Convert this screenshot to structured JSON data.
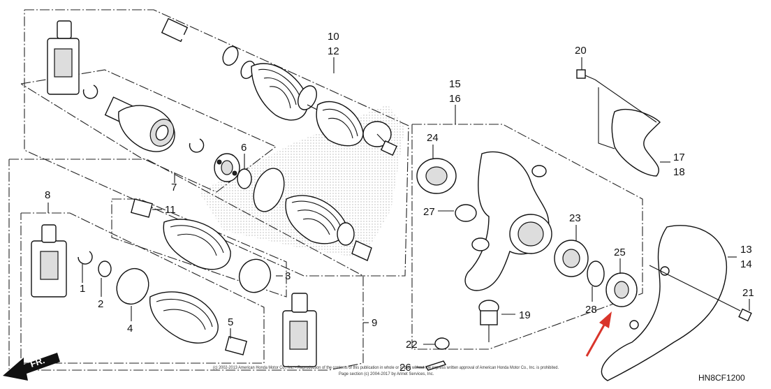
{
  "callouts": {
    "c1": "1",
    "c2": "2",
    "c3": "3",
    "c4": "4",
    "c5": "5",
    "c6": "6",
    "c7": "7",
    "c8": "8",
    "c9": "9",
    "c10": "10",
    "c11": "11",
    "c12": "12",
    "c13": "13",
    "c14": "14",
    "c15": "15",
    "c16": "16",
    "c17": "17",
    "c18": "18",
    "c19": "19",
    "c20": "20",
    "c21": "21",
    "c22": "22",
    "c23": "23",
    "c24": "24",
    "c25": "25",
    "c26": "26",
    "c27": "27",
    "c28": "28"
  },
  "diagram_code": "HN8CF1200",
  "direction_label": "FR.",
  "copyright_line1": "(c) 2002-2013 American Honda Motor Co., Inc. - Reproduction of the contents of this publication in whole or in part without the express written approval of American Honda Motor Co., Inc. is prohibited.",
  "copyright_line2": "Page section (c) 2004-2017 by Arinet Services, Inc.",
  "colors": {
    "line": "#111111",
    "arrow_highlight": "#d9352b",
    "background": "#ffffff"
  }
}
